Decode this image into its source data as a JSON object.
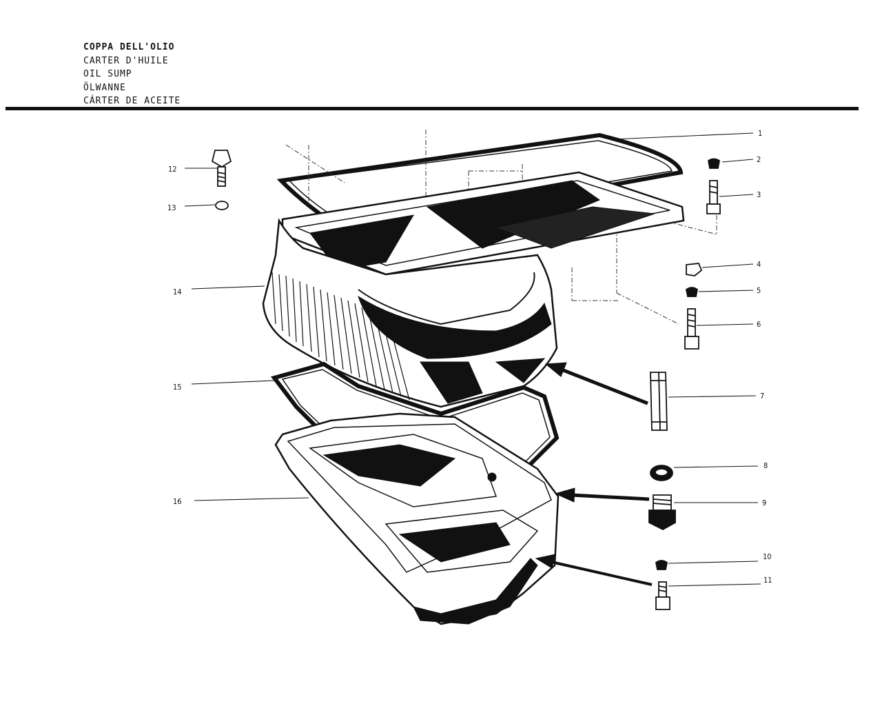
{
  "title": {
    "italian": "COPPA DELL'OLIO",
    "french": "CARTER D'HUILE",
    "english": "OIL SUMP",
    "german": "ÖLWANNE",
    "spanish": "CÁRTER DE ACEITE"
  },
  "callouts": [
    {
      "id": 1,
      "label": "1"
    },
    {
      "id": 2,
      "label": "2"
    },
    {
      "id": 3,
      "label": "3"
    },
    {
      "id": 4,
      "label": "4"
    },
    {
      "id": 5,
      "label": "5"
    },
    {
      "id": 6,
      "label": "6"
    },
    {
      "id": 7,
      "label": "7"
    },
    {
      "id": 8,
      "label": "8"
    },
    {
      "id": 9,
      "label": "9"
    },
    {
      "id": 10,
      "label": "10"
    },
    {
      "id": 11,
      "label": "11"
    },
    {
      "id": 12,
      "label": "12"
    },
    {
      "id": 13,
      "label": "13"
    },
    {
      "id": 14,
      "label": "14"
    },
    {
      "id": 15,
      "label": "15"
    },
    {
      "id": 16,
      "label": "16"
    }
  ]
}
